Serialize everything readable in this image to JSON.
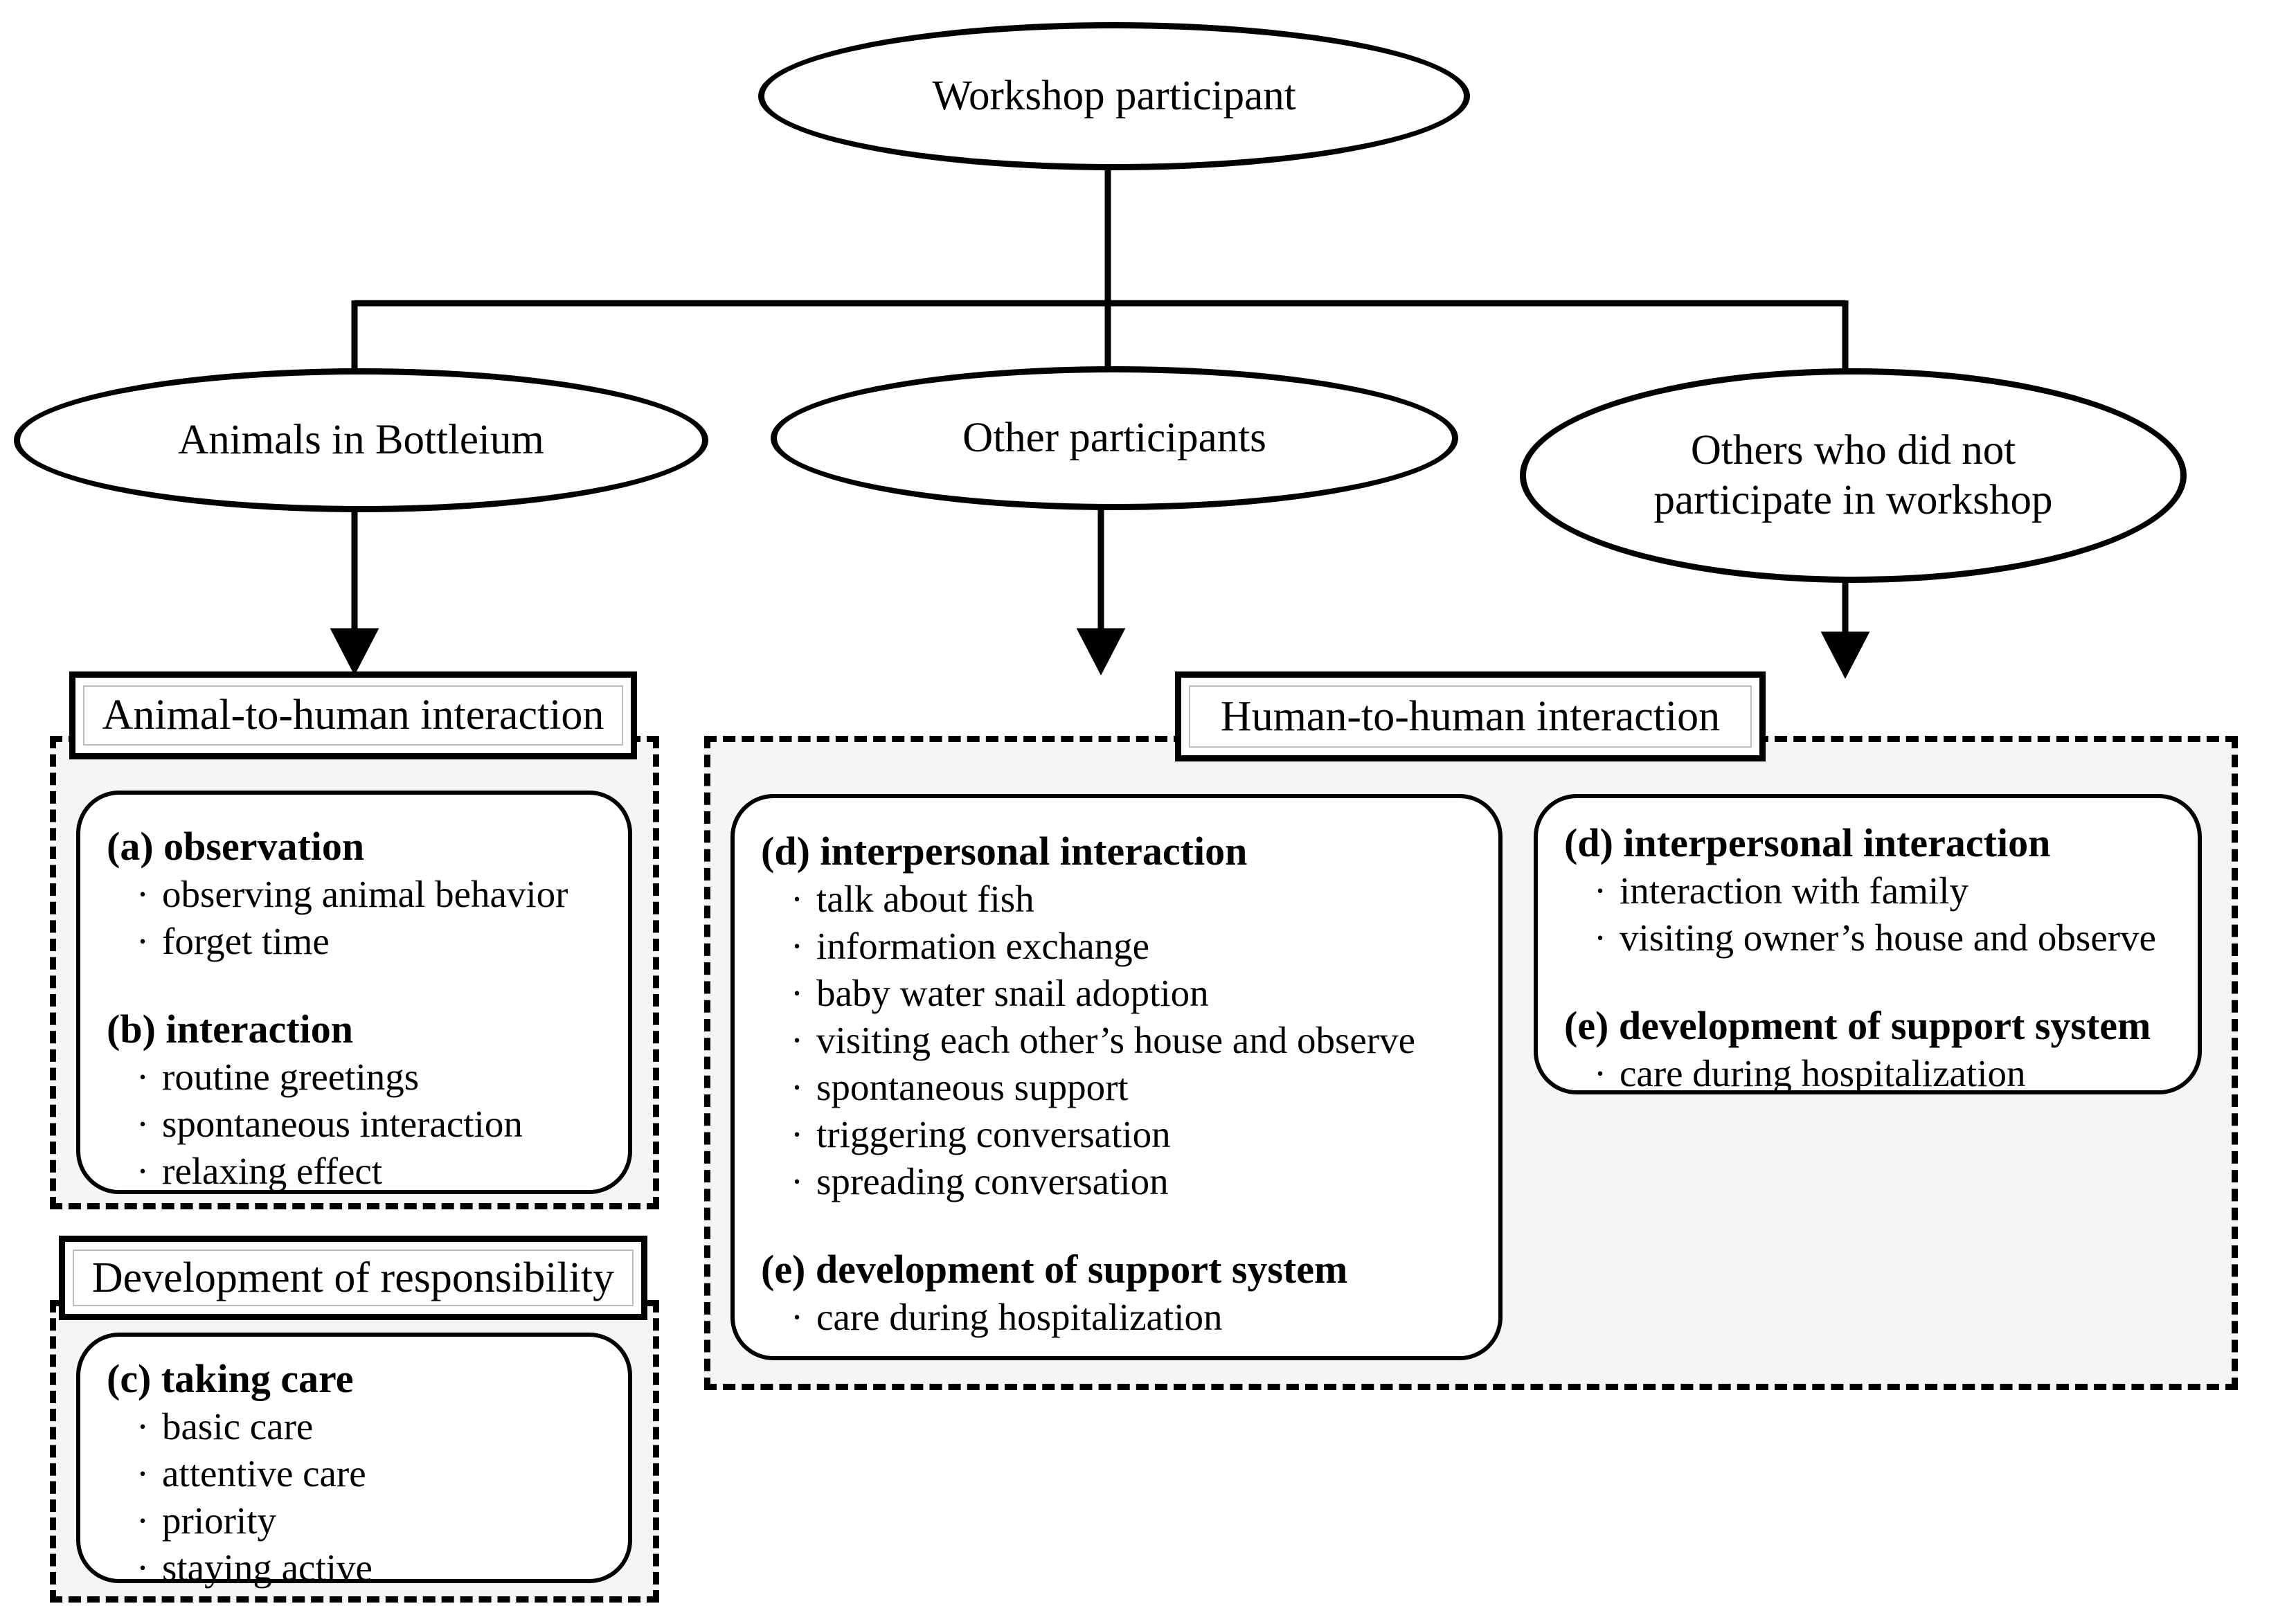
{
  "colors": {
    "ink": "#000000",
    "panel_bg": "#f5f5f5",
    "header_inner_line": "#bdbdbd"
  },
  "bullet": "·",
  "nodes": {
    "root": "Workshop participant",
    "branch_left": "Animals in Bottleium",
    "branch_middle": "Other participants",
    "branch_right": {
      "line1": "Others who did not",
      "line2": "participate in workshop"
    }
  },
  "sections": {
    "animal": {
      "header": "Animal-to-human interaction",
      "groups": [
        {
          "title": "(a) observation",
          "items": [
            "observing animal behavior",
            "forget time"
          ]
        },
        {
          "title": "(b) interaction",
          "items": [
            "routine greetings",
            "spontaneous interaction",
            "relaxing effect"
          ]
        }
      ]
    },
    "responsibility": {
      "header": "Development of responsibility",
      "groups": [
        {
          "title": "(c) taking care",
          "items": [
            "basic care",
            "attentive care",
            "priority",
            "staying active"
          ]
        }
      ]
    },
    "human": {
      "header": "Human-to-human interaction",
      "other_participants_box": {
        "groups": [
          {
            "title": "(d) interpersonal interaction",
            "items": [
              "talk about fish",
              "information exchange",
              "baby water snail adoption",
              "visiting each other’s house and observe",
              "spontaneous support",
              "triggering conversation",
              "spreading conversation"
            ]
          },
          {
            "title": "(e) development of support system",
            "items": [
              "care during hospitalization"
            ]
          }
        ]
      },
      "non_participants_box": {
        "groups": [
          {
            "title": "(d) interpersonal interaction",
            "items": [
              "interaction with family",
              "visiting owner’s house and observe"
            ]
          },
          {
            "title": "(e) development of support system",
            "items": [
              "care during hospitalization"
            ]
          }
        ]
      }
    }
  }
}
